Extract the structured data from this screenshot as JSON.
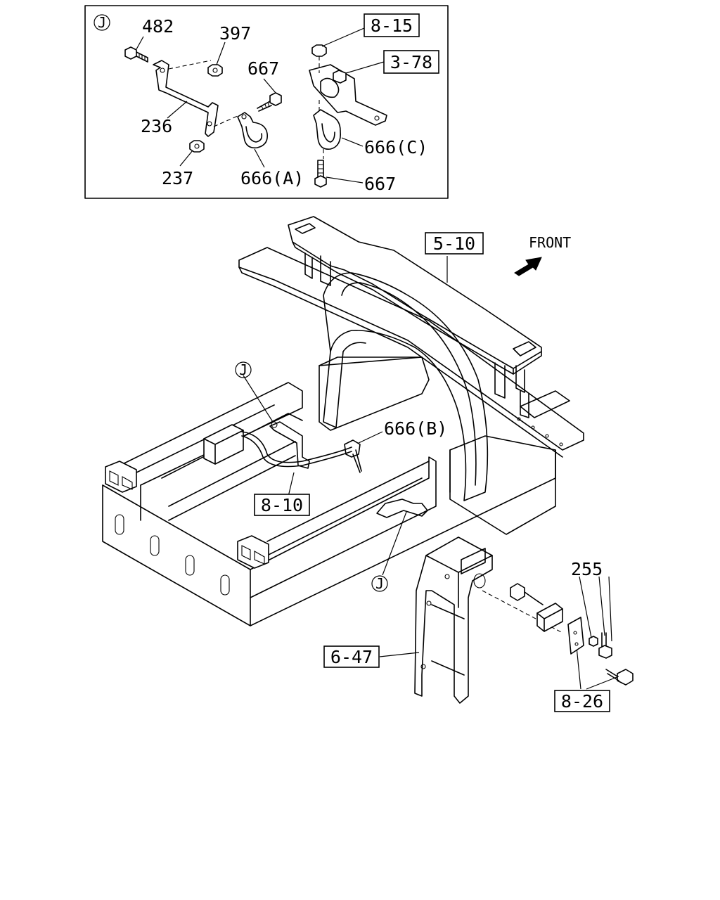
{
  "detail": {
    "marker": "J",
    "labels": {
      "p482": "482",
      "p397": "397",
      "p667_top": "667",
      "p236": "236",
      "p237": "237",
      "p666a": "666(A)",
      "p815": "8-15",
      "p378": "3-78",
      "p666c": "666(C)",
      "p667_bottom": "667"
    }
  },
  "main": {
    "front": "FRONT",
    "labels": {
      "p510": "5-10",
      "p666b": "666(B)",
      "p810": "8-10",
      "p255": "255",
      "p647": "6-47",
      "p826": "8-26"
    },
    "markers": {
      "j_upper": "J",
      "j_lower": "J"
    }
  }
}
